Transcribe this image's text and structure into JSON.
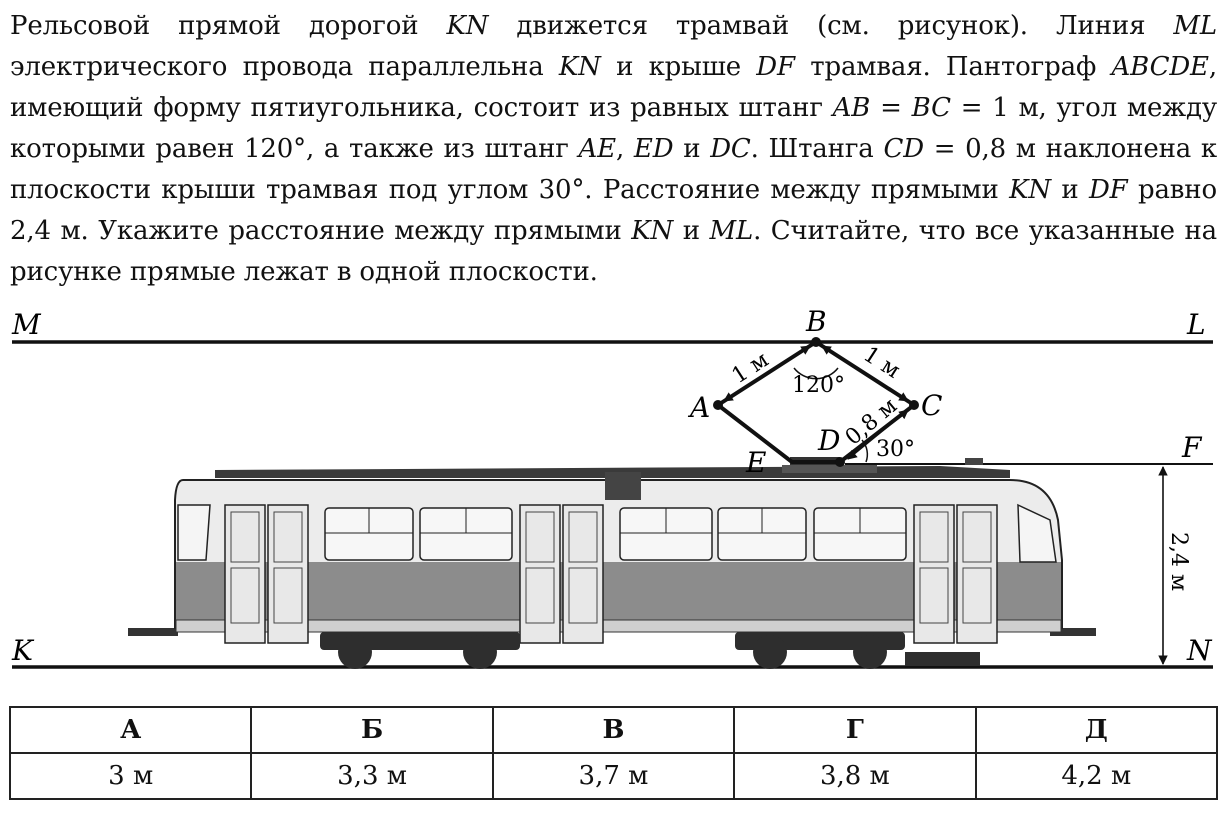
{
  "problem": {
    "p1": "Рельсовой прямой дорогой ",
    "kn1": "KN",
    "p2": " движется трамвай (см. рисунок). Линия ",
    "ml1": "ML",
    "p3": " электрического провода параллельна ",
    "kn2": "KN",
    "p4": " и крыше ",
    "df1": "DF",
    "p5": " трамвая. Пантограф ",
    "abcde": "ABCDE",
    "p6": ", имеющий форму пятиугольника, состоит из равных штанг ",
    "eq1": "AB = BC",
    "p7": " = 1 м, угол между которыми равен 120°, а также из штанг ",
    "ae": "AE",
    "p8": ", ",
    "ed": "ED",
    "p9": " и ",
    "dc": "DC",
    "p10": ". Штанга ",
    "cd": "CD",
    "p11": " = 0,8 м наклонена к плоскости крыши трамвая под углом 30°. Расстояние между прямыми ",
    "kn3": "KN",
    "p12": " и ",
    "df2": "DF",
    "p13": " равно 2,4 м. Укажите расстояние между прямыми ",
    "kn4": "KN",
    "p14": " и ",
    "ml2": "ML",
    "p15": ". Считайте, что все указанные на рисунке прямые лежат в одной плоскости."
  },
  "figure": {
    "points": {
      "M": "M",
      "L": "L",
      "K": "K",
      "N": "N",
      "F": "F",
      "A": "A",
      "B": "B",
      "C": "C",
      "D": "D",
      "E": "E"
    },
    "labels": {
      "ab": "1 м",
      "bc": "1 м",
      "cd": "0,8 м",
      "angle_b": "120°",
      "angle_d": "30°",
      "height": "2,4 м"
    }
  },
  "answers": {
    "headers": [
      "А",
      "Б",
      "В",
      "Г",
      "Д"
    ],
    "values": [
      "3 м",
      "3,3 м",
      "3,7 м",
      "3,8 м",
      "4,2 м"
    ]
  }
}
